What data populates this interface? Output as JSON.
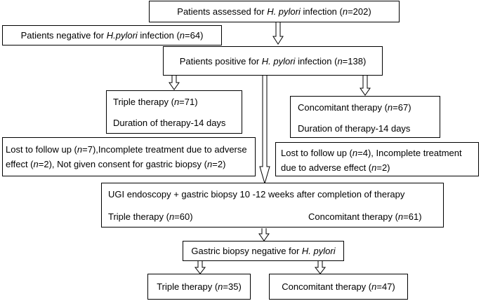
{
  "boxes": {
    "assessed": {
      "pre": "Patients assessed for ",
      "italic": "H. pylori",
      "mid": " infection (",
      "n": "n",
      "post": "=202)"
    },
    "negative": {
      "pre": "Patients negative for ",
      "italic": "H.pylori",
      "mid": " infection (",
      "n": "n",
      "post": "=64)"
    },
    "positive": {
      "pre": "Patients positive for ",
      "italic": "H. pylori",
      "mid": " infection (",
      "n": "n",
      "post": "=138)"
    },
    "triple": {
      "line1_pre": "Triple therapy (",
      "line1_n": "n",
      "line1_post": "=71)",
      "line2": "Duration of therapy-14 days"
    },
    "concomitant": {
      "line1_pre": "Concomitant therapy (",
      "line1_n": "n",
      "line1_post": "=67)",
      "line2": "Duration of therapy-14 days"
    },
    "lost_left": {
      "l1_a": "Lost to follow up (",
      "l1_n": "n",
      "l1_b": "=7),Incomplete treatment due to adverse",
      "l2_a": "effect (",
      "l2_n": "n",
      "l2_b": "=2),  Not given consent for gastric biopsy (",
      "l2_n2": "n",
      "l2_c": "=2)"
    },
    "lost_right": {
      "l1_a": "Lost to follow up (",
      "l1_n": "n",
      "l1_b": "=4), Incomplete treatment",
      "l2_a": "due to adverse effect (",
      "l2_n": "n",
      "l2_b": "=2)"
    },
    "endoscopy": {
      "title": "UGI endoscopy + gastric biopsy 10 -12 weeks after completion of therapy",
      "left_pre": "Triple therapy (",
      "left_n": "n",
      "left_post": "=60)",
      "right_pre": "Concomitant therapy (",
      "right_n": "n",
      "right_post": "=61)"
    },
    "biopsy_negative": {
      "pre": "Gastric biopsy negative for ",
      "italic": "H. pylori"
    },
    "final_triple": {
      "pre": "Triple therapy (",
      "n": "n",
      "post": "=35)"
    },
    "final_concomitant": {
      "pre": "Concomitant therapy (",
      "n": "n",
      "post": "=47)"
    }
  }
}
